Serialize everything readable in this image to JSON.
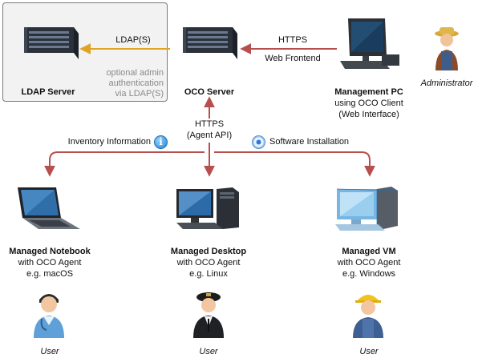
{
  "ldap_server": {
    "label": "LDAP Server",
    "note_lines": [
      "optional admin",
      "authentication",
      "via LDAP(S)"
    ]
  },
  "oco_server": {
    "label": "OCO Server"
  },
  "management_pc": {
    "title": "Management PC",
    "line2": "using OCO Client",
    "line3": "(Web Interface)"
  },
  "administrator": {
    "label": "Administrator"
  },
  "connections": {
    "ldap": "LDAP(S)",
    "https_top": "HTTPS",
    "web_frontend": "Web Frontend",
    "agent_https": "HTTPS",
    "agent_api": "(Agent API)",
    "inventory": "Inventory Information",
    "software": "Software Installation"
  },
  "managed": [
    {
      "title": "Managed Notebook",
      "line2": "with OCO Agent",
      "line3": "e.g. macOS",
      "user": "User"
    },
    {
      "title": "Managed Desktop",
      "line2": "with OCO Agent",
      "line3": "e.g. Linux",
      "user": "User"
    },
    {
      "title": "Managed VM",
      "line2": "with OCO Agent",
      "line3": "e.g. Windows",
      "user": "User"
    }
  ],
  "colors": {
    "ldap_arrow": "#e0a323",
    "main_arrow": "#b84f4f",
    "box_border": "#7a7a7a"
  }
}
